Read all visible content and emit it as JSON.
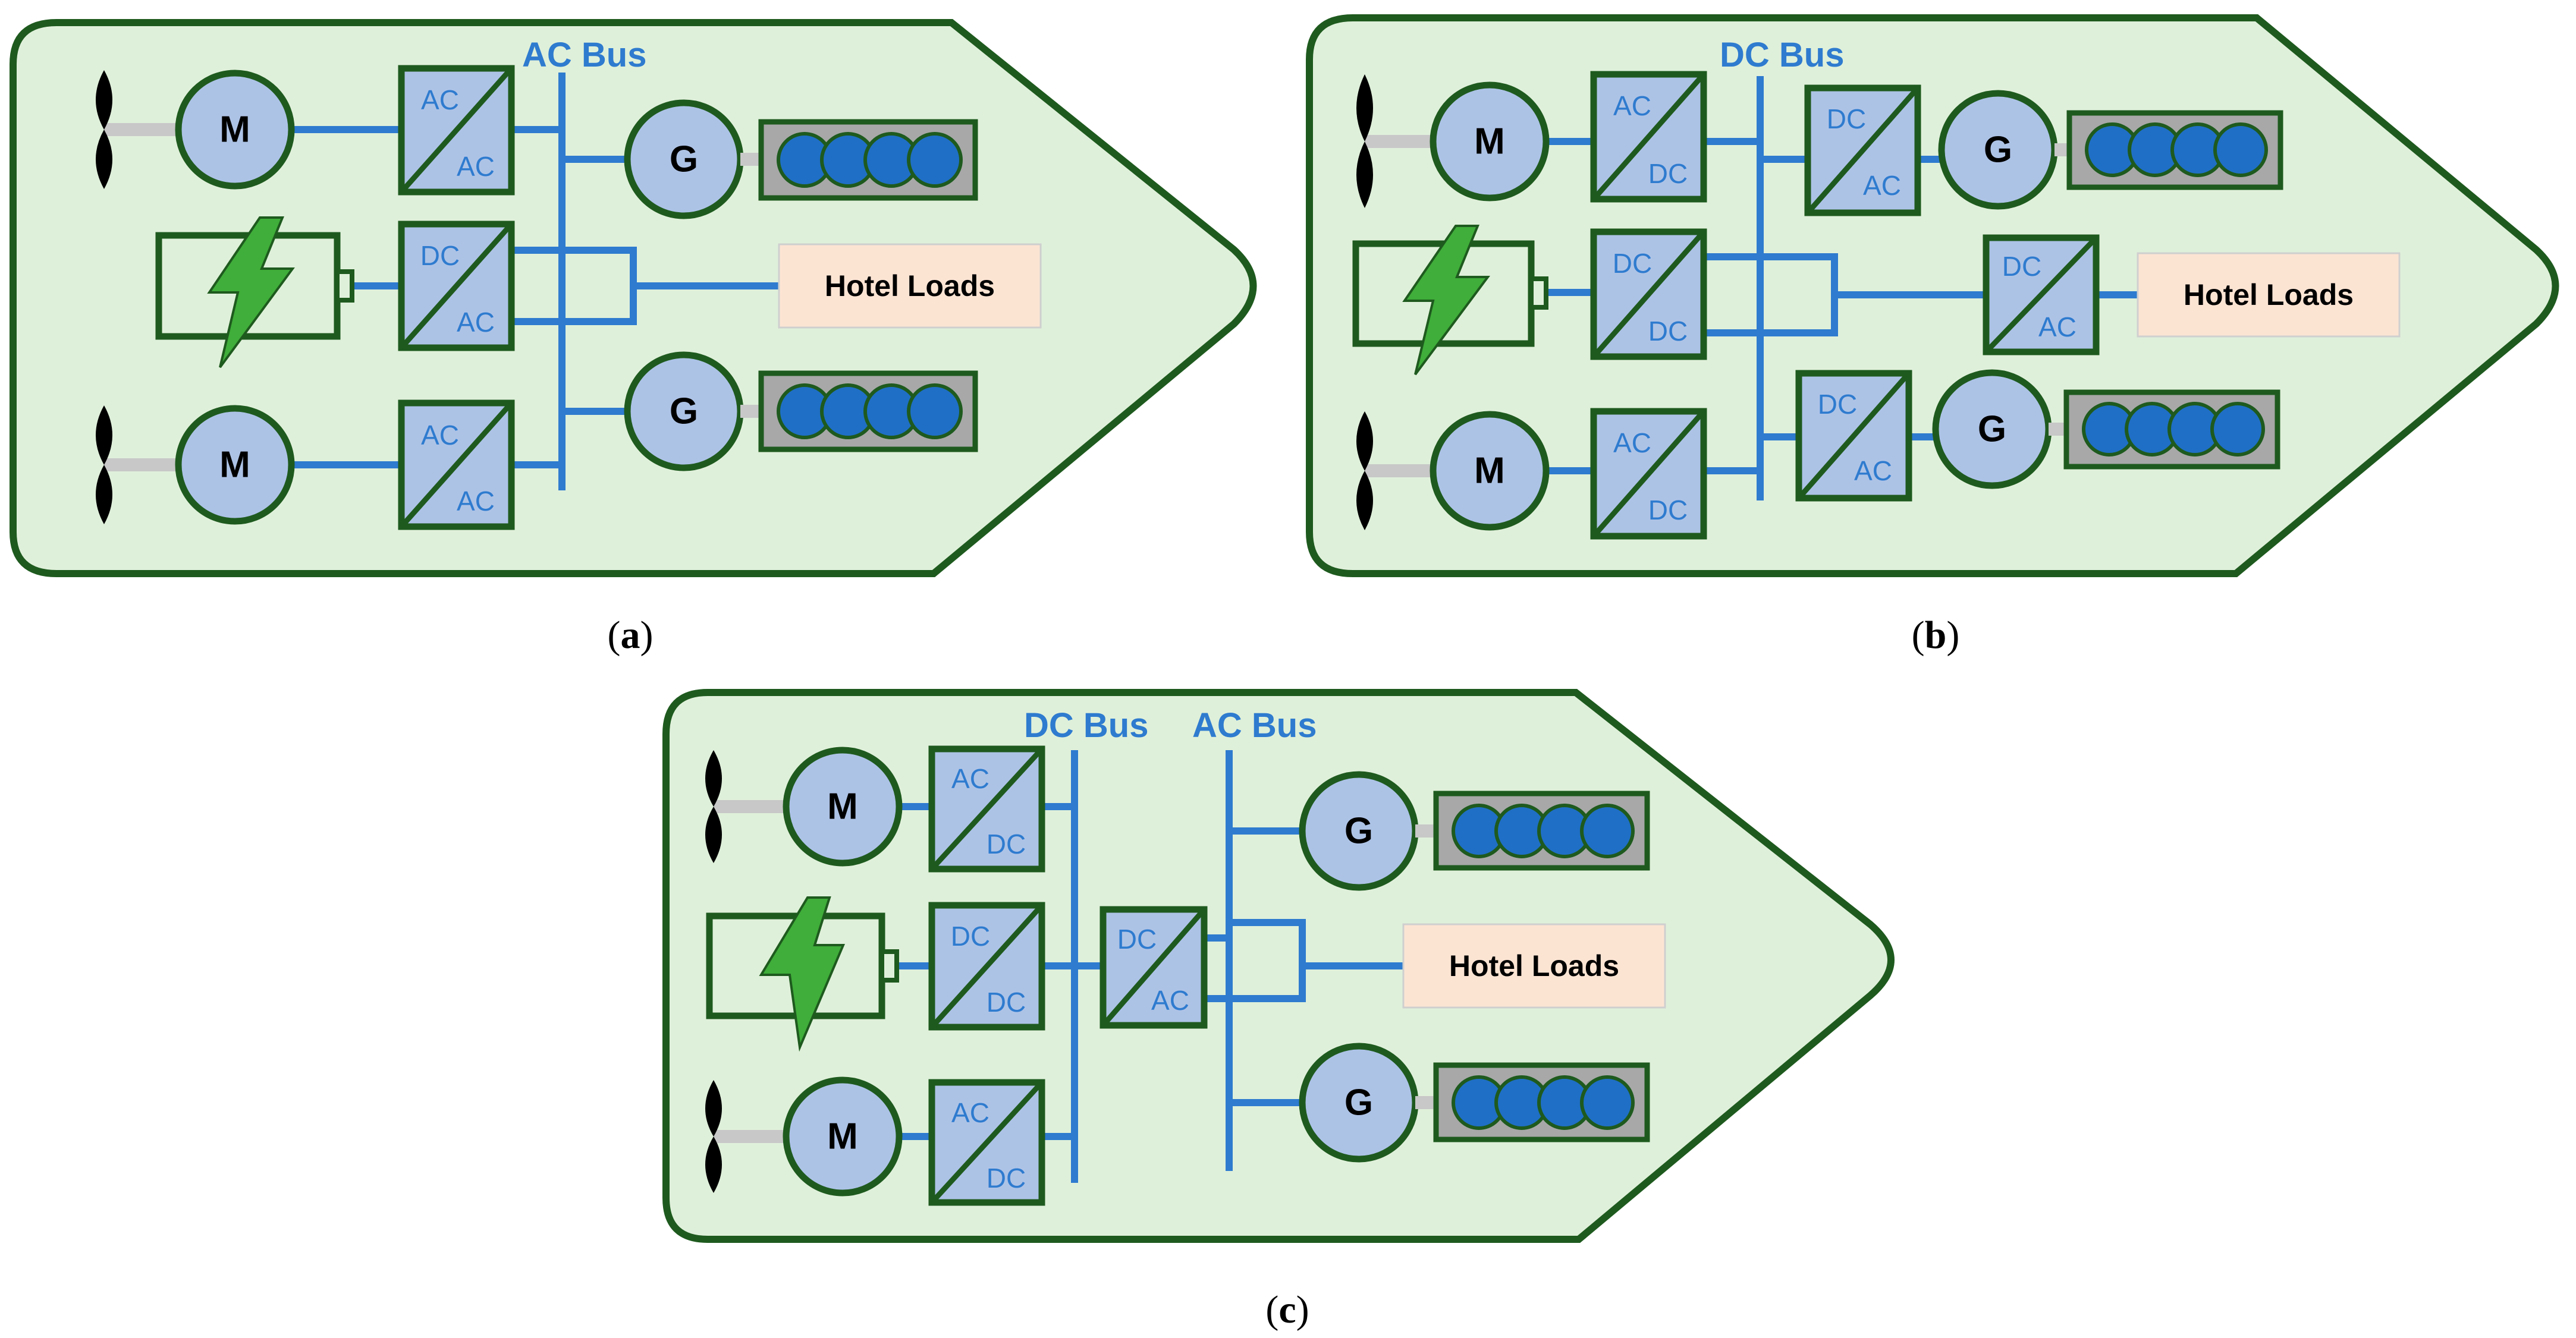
{
  "panels": [
    {
      "id": "a",
      "caption_letter": "a",
      "bus_labels": [
        "AC Bus"
      ],
      "motor_label": "M",
      "generator_label": "G",
      "hotel_label": "Hotel Loads",
      "converters": [
        {
          "top": "AC",
          "bottom": "AC"
        },
        {
          "top": "DC",
          "bottom": "AC"
        },
        {
          "top": "AC",
          "bottom": "AC"
        }
      ]
    },
    {
      "id": "b",
      "caption_letter": "b",
      "bus_labels": [
        "DC Bus"
      ],
      "motor_label": "M",
      "generator_label": "G",
      "hotel_label": "Hotel Loads",
      "converters": [
        {
          "top": "AC",
          "bottom": "DC"
        },
        {
          "top": "DC",
          "bottom": "DC"
        },
        {
          "top": "AC",
          "bottom": "DC"
        },
        {
          "top": "DC",
          "bottom": "AC"
        },
        {
          "top": "DC",
          "bottom": "AC"
        },
        {
          "top": "DC",
          "bottom": "AC"
        }
      ]
    },
    {
      "id": "c",
      "caption_letter": "c",
      "bus_labels": [
        "DC Bus",
        "AC Bus"
      ],
      "motor_label": "M",
      "generator_label": "G",
      "hotel_label": "Hotel Loads",
      "converters": [
        {
          "top": "AC",
          "bottom": "DC"
        },
        {
          "top": "DC",
          "bottom": "DC"
        },
        {
          "top": "AC",
          "bottom": "DC"
        },
        {
          "top": "DC",
          "bottom": "AC"
        }
      ]
    }
  ],
  "colors": {
    "hull_fill": "#dff0da",
    "outline": "#1e5a1e",
    "bus_wire": "#2e7bcf",
    "equipment_fill": "#adc3e6",
    "engine_fill": "#a8a8a8",
    "cylinder_fill": "#1f6fc6",
    "battery_bolt": "#3fae3a",
    "hotel_fill": "#fce4d3"
  },
  "icons": [
    "propeller-icon",
    "lightning-bolt-icon",
    "engine-cylinder-icon"
  ]
}
